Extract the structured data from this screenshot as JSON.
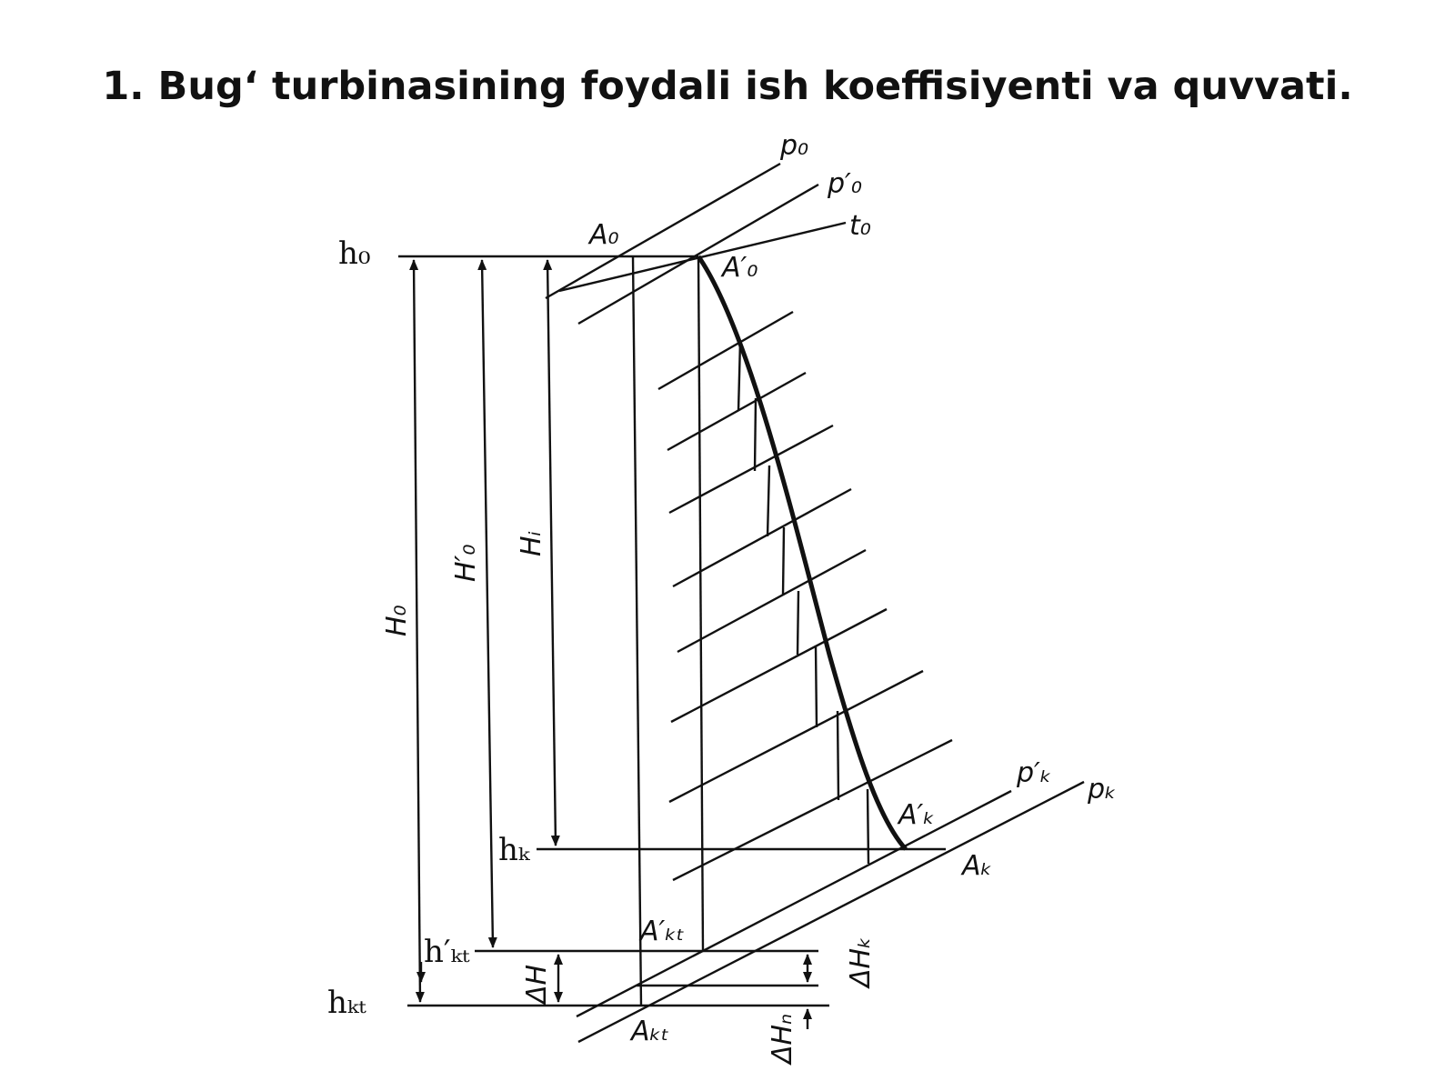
{
  "title": "1. Bug‘ turbinasining foydali ish koeffisiyenti va quvvati.",
  "diagram": {
    "labels": {
      "p0": "p₀",
      "p0_prime": "p′₀",
      "t0": "t₀",
      "A0": "A₀",
      "A0_prime": "A′₀",
      "h0": "h₀",
      "H0": "H₀",
      "H0_prime": "H′₀",
      "Hi": "Hᵢ",
      "hk": "hₖ",
      "hkt_prime": "h′ₖₜ",
      "hkt": "hₖₜ",
      "Ak_prime": "A′ₖ",
      "Ak": "Aₖ",
      "Akt_prime": "A′ₖₜ",
      "Akt": "Aₖₜ",
      "pk_prime": "p′ₖ",
      "pk": "pₖ",
      "dH": "ΔH",
      "dHk": "ΔHₖ",
      "dHn": "ΔHₙ"
    }
  }
}
